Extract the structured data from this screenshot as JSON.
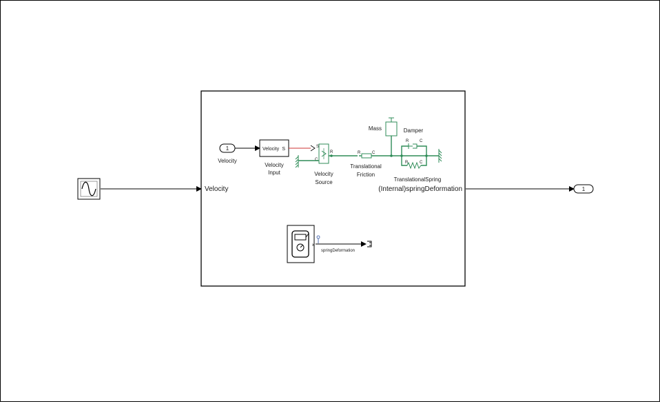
{
  "source_block": {
    "icon": "sine-wave-icon"
  },
  "subsystem": {
    "input_port_label": "Velocity",
    "output_port_label": "(Internal)springDeformation",
    "inport": {
      "number": "1",
      "label": "Velocity"
    },
    "velocity_input": {
      "inner_label": "Velocity",
      "port": "S",
      "caption_line1": "Velocity",
      "caption_line2": "Input"
    },
    "velocity_source": {
      "port_s": "S",
      "port_r": "R",
      "port_c": "C",
      "caption_line1": "Velocity",
      "caption_line2": "Source"
    },
    "friction": {
      "port_r": "R",
      "port_c": "C",
      "caption_line1": "Translational",
      "caption_line2": "Friction"
    },
    "mass": {
      "label": "Mass"
    },
    "damper": {
      "label": "Damper",
      "port_r": "R",
      "port_c": "C"
    },
    "spring": {
      "caption": "TranslationalSpring",
      "port_r": "R",
      "port_c": "C"
    },
    "probe": {
      "icon": "multimeter-icon",
      "port_x": "x",
      "signal_label": "springDeformation"
    }
  },
  "outport": {
    "number": "1"
  },
  "colors": {
    "physical_wire": "#2e8b57",
    "signal_wire": "#000000",
    "connection_line": "#cc3333"
  }
}
